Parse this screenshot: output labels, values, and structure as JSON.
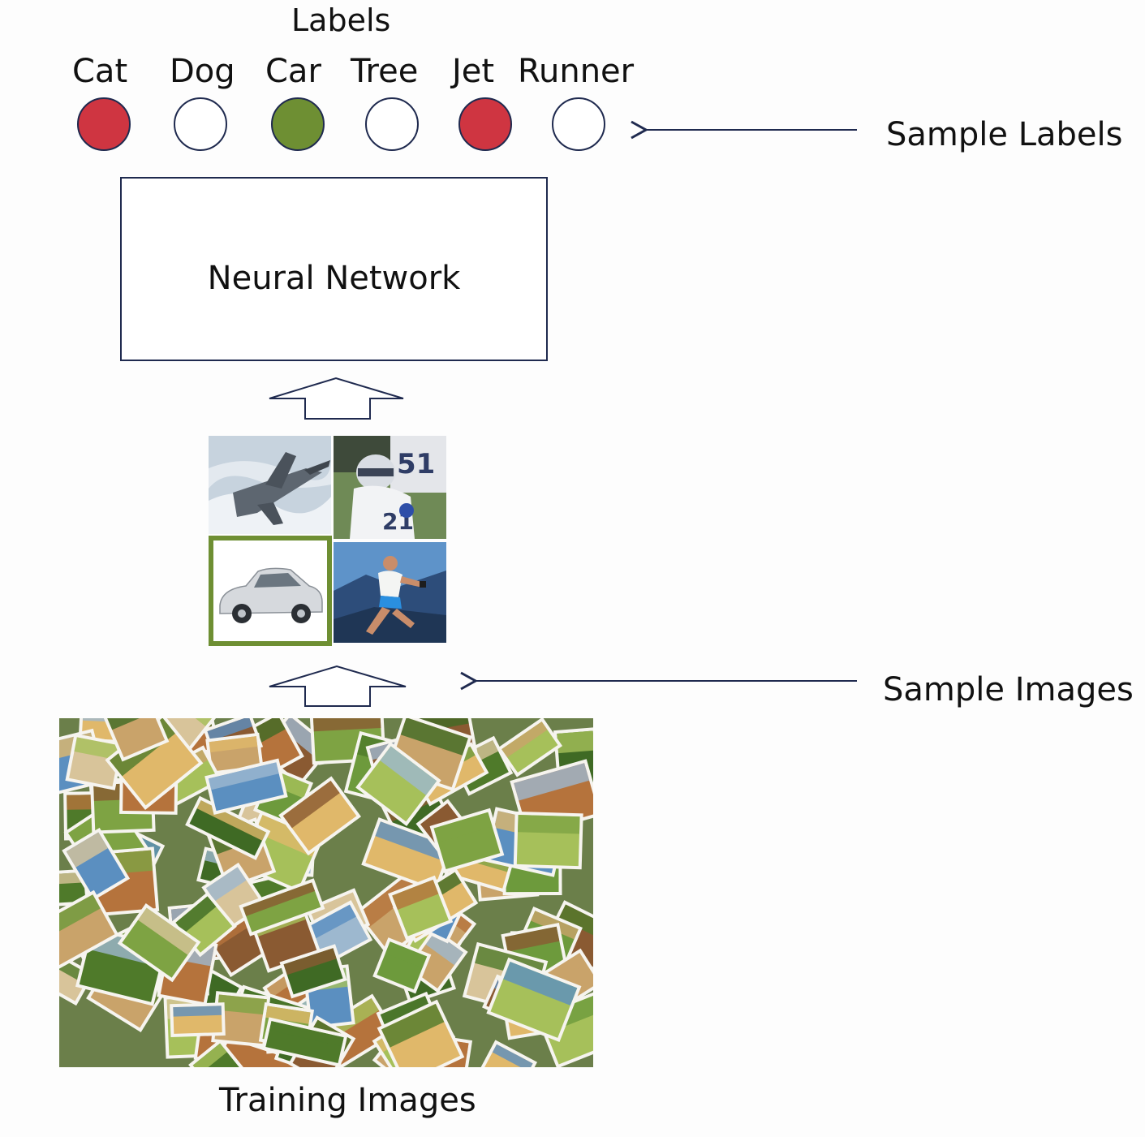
{
  "labels_header": "Labels",
  "classes": [
    {
      "name": "Cat",
      "color": "#cf3541"
    },
    {
      "name": "Dog",
      "color": "#ffffff"
    },
    {
      "name": "Car",
      "color": "#6e8f33"
    },
    {
      "name": "Tree",
      "color": "#ffffff"
    },
    {
      "name": "Jet",
      "color": "#cf3541"
    },
    {
      "name": "Runner",
      "color": "#ffffff"
    }
  ],
  "network_label": "Neural Network",
  "sample_labels_text": "Sample Labels",
  "sample_images_text": "Sample Images",
  "training_images_text": "Training Images",
  "sample_tiles": [
    {
      "subject": "jet"
    },
    {
      "subject": "football-player"
    },
    {
      "subject": "car",
      "highlight_color": "#6e8f33"
    },
    {
      "subject": "runner"
    }
  ],
  "colors": {
    "stroke": "#1f2a4f",
    "positive_red": "#cf3541",
    "positive_green": "#6e8f33"
  }
}
